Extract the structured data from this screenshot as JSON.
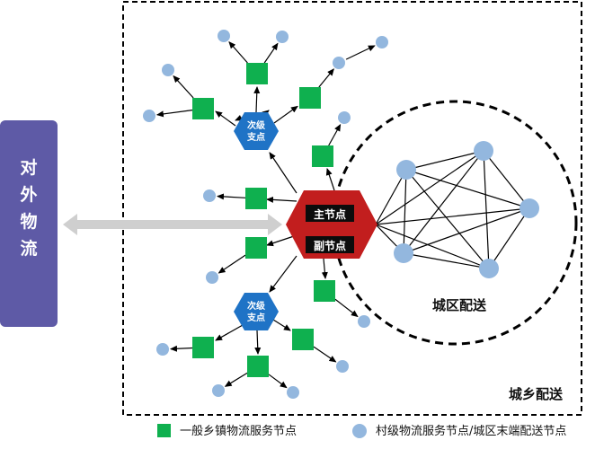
{
  "external_logistics": {
    "label": "对外物流"
  },
  "main_node": {
    "primary_label": "主节点",
    "secondary_label": "副节点"
  },
  "secondary_hubs": [
    {
      "label": "次级支点"
    },
    {
      "label": "次级支点"
    }
  ],
  "city_zone": {
    "label": "城区配送"
  },
  "urban_rural_zone": {
    "label": "城乡配送"
  },
  "legend": {
    "town_node": {
      "label": "一般乡镇物流服务节点",
      "color": "#0fb04f"
    },
    "village_node": {
      "label": "村级物流服务节点/城区末端配送节点",
      "color": "#93b7de"
    }
  },
  "colors": {
    "external_box": "#5e5aa6",
    "main_hexagon": "#c21e1e",
    "hub_hexagon": "#1f73c6",
    "arrow_gray": "#c9c9c9"
  }
}
